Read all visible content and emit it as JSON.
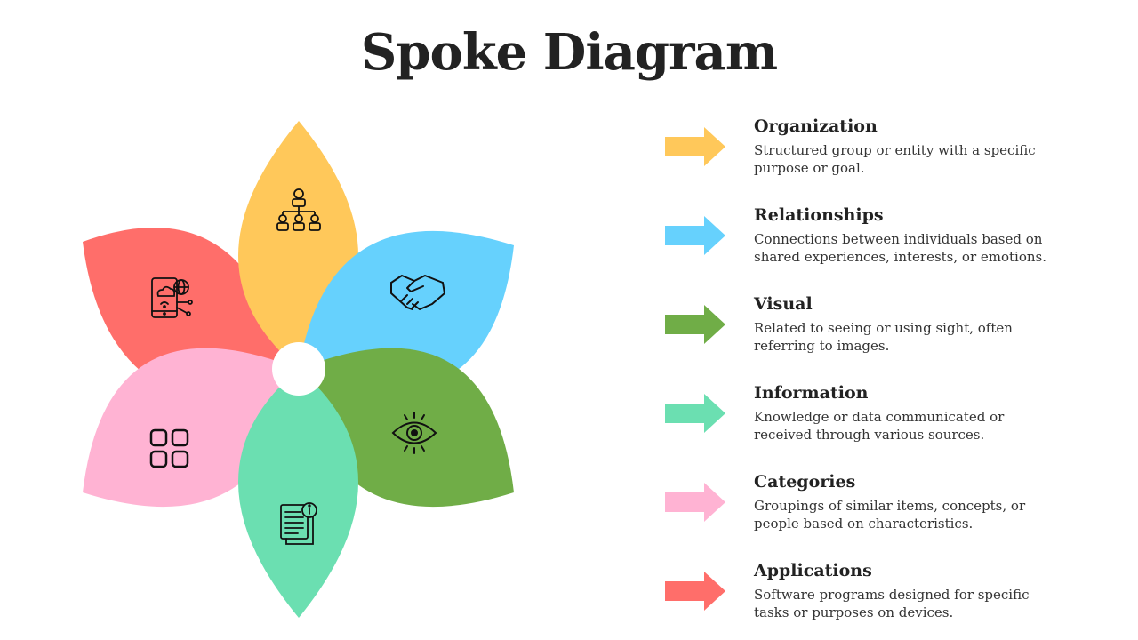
{
  "title": "Spoke Diagram",
  "petal_colors": {
    "organization": "#FFC85A",
    "relationships": "#66D1FD",
    "visual": "#70AD47",
    "information": "#6BDFB1",
    "categories": "#FFB3D3",
    "applications": "#FF6E6A"
  },
  "petal_icons": {
    "organization": "org-chart-icon",
    "relationships": "handshake-icon",
    "visual": "eye-icon",
    "information": "document-info-icon",
    "categories": "grid-apps-icon",
    "applications": "mobile-cloud-globe-icon"
  },
  "items": [
    {
      "heading": "Organization",
      "text": " Structured group or entity with a specific\npurpose or goal.",
      "color": "#FFC85A"
    },
    {
      "heading": "Relationships",
      "text": "Connections between individuals based on\nshared experiences, interests, or emotions.",
      "color": "#66D1FD"
    },
    {
      "heading": "Visual",
      "text": "Related to seeing or using sight, often\nreferring to images.",
      "color": "#70AD47"
    },
    {
      "heading": "Information",
      "text": "Knowledge or data communicated or\nreceived through various sources.",
      "color": "#6BDFB1"
    },
    {
      "heading": "Categories",
      "text": "Groupings of similar items, concepts, or\npeople based on characteristics.",
      "color": "#FFB3D3"
    },
    {
      "heading": "Applications",
      "text": "Software programs designed for specific\ntasks or purposes on devices.",
      "color": "#FF6E6A"
    }
  ]
}
